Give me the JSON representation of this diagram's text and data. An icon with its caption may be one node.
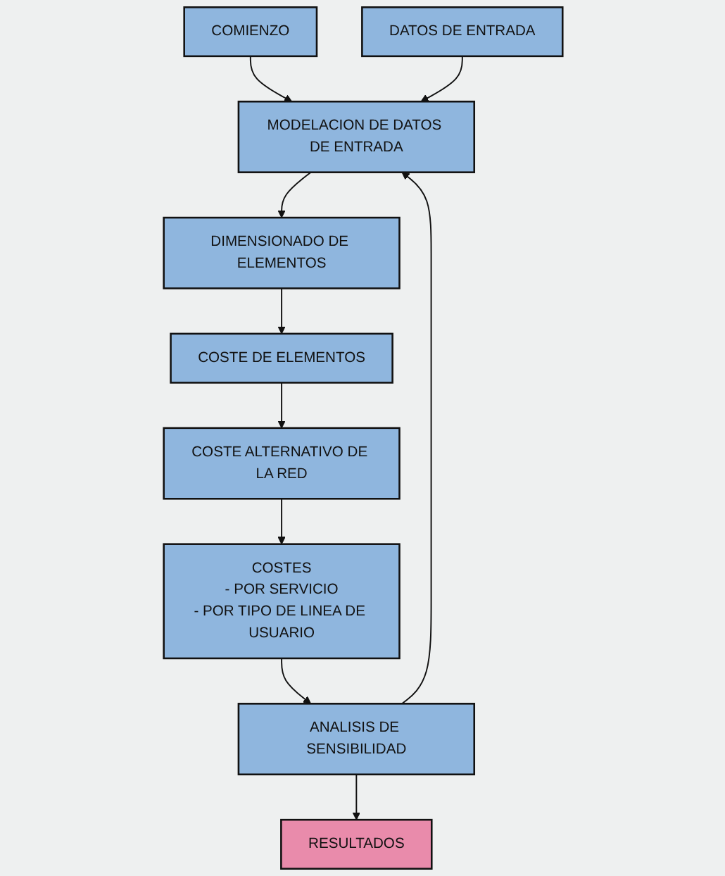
{
  "diagram": {
    "nodes": [
      {
        "text": [
          "COMIENZO"
        ]
      },
      {
        "text": [
          "DATOS DE ENTRADA"
        ]
      },
      {
        "text": [
          "MODELACION DE DATOS DE ENTRADA"
        ]
      },
      {
        "text": [
          "DIMENSIONADO DE ELEMENTOS"
        ]
      },
      {
        "text": [
          "COSTE DE ELEMENTOS"
        ]
      },
      {
        "text": [
          "COSTE ALTERNATIVO DE LA RED"
        ]
      },
      {
        "text": [
          "COSTES",
          "- POR SERVICIO",
          "- POR TIPO DE LINEA DE USUARIO"
        ]
      },
      {
        "text": [
          "ANALISIS DE SENSIBILIDAD"
        ]
      },
      {
        "text": [
          "RESULTADOS"
        ]
      }
    ],
    "edges": [
      {
        "from": 0,
        "to": 2,
        "arrow": "to"
      },
      {
        "from": 1,
        "to": 2,
        "arrow": "to"
      },
      {
        "from": 2,
        "to": 3,
        "arrow": "to"
      },
      {
        "from": 3,
        "to": 4,
        "arrow": "to"
      },
      {
        "from": 4,
        "to": 5,
        "arrow": "to"
      },
      {
        "from": 5,
        "to": 6,
        "arrow": "to"
      },
      {
        "from": 6,
        "to": 7,
        "arrow": "to"
      },
      {
        "from": 7,
        "to": 2,
        "arrow": "to"
      },
      {
        "from": 7,
        "to": 8,
        "arrow": "to"
      }
    ]
  }
}
